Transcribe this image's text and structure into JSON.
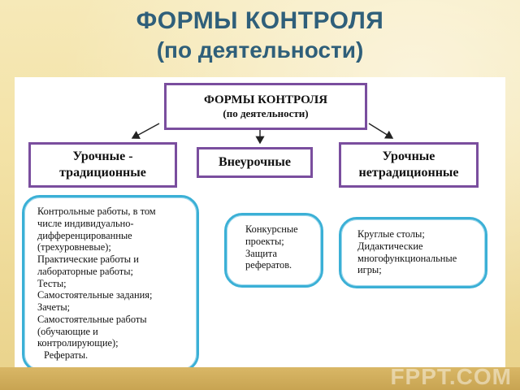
{
  "title": {
    "line1": "ФОРМЫ КОНТРОЛЯ",
    "line2": "(по деятельности)"
  },
  "root": {
    "line1": "ФОРМЫ КОНТРОЛЯ",
    "line2": "(по деятельности)"
  },
  "categories": [
    {
      "lines": [
        "Урочные -",
        "традиционные"
      ],
      "items": [
        "Контрольные работы, в том",
        "числе индивидуально-",
        "дифференцированные",
        "(трехуровневые);",
        "Практические работы и",
        "лабораторные работы;",
        "Тесты;",
        "Самостоятельные задания;",
        "Зачеты;",
        "Самостоятельные работы",
        "(обучающие и",
        "контролирующие);",
        "Рефераты."
      ]
    },
    {
      "lines": [
        "Внеурочные"
      ],
      "items": [
        "Конкурсные",
        "проекты;",
        "Защита",
        "рефератов."
      ]
    },
    {
      "lines": [
        "Урочные",
        "нетрадиционные"
      ],
      "items": [
        "Круглые столы;",
        "Дидактические",
        "многофункциональные",
        "игры;"
      ]
    }
  ],
  "watermark": "FPPT.COM",
  "colors": {
    "title": "#2f5f7a",
    "box_border": "#7a4e9e",
    "rounded_border": "#3bb0d6",
    "background": "#f3e2a6"
  }
}
